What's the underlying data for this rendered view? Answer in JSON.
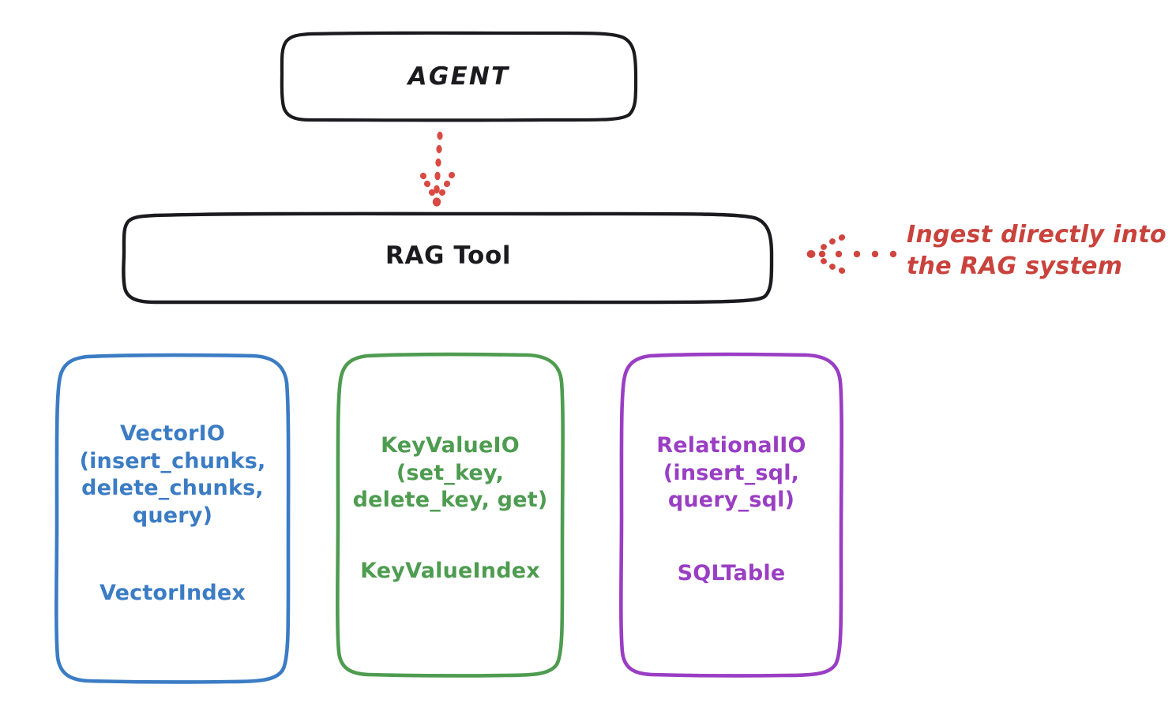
{
  "diagram": {
    "title_implicit": "RAG Tool architecture",
    "colors": {
      "stroke_dark": "#1b1b1f",
      "blue": "#3b7cc4",
      "green": "#4e9c50",
      "purple": "#9a3ec4",
      "red": "#d0453f",
      "background": "#ffffff"
    },
    "nodes": {
      "agent": {
        "label": "AGENT"
      },
      "rag_tool": {
        "label": "RAG Tool"
      },
      "vector_io": {
        "ops_label": "VectorIO\n(insert_chunks,\ndelete_chunks,\nquery)",
        "index_label": "VectorIndex",
        "color": "#3b7cc4"
      },
      "key_value_io": {
        "ops_label": "KeyValueIO\n(set_key,\ndelete_key, get)",
        "index_label": "KeyValueIndex",
        "color": "#4e9c50"
      },
      "relational_io": {
        "ops_label": "RelationalIO\n(insert_sql,\nquery_sql)",
        "index_label": "SQLTable",
        "color": "#9a3ec4"
      }
    },
    "annotations": {
      "ingest_note": "Ingest directly into\nthe RAG system"
    },
    "connectors": [
      {
        "name": "agent-to-rag-tool",
        "style": "dotted-arrow",
        "direction": "down",
        "color": "#d0453f"
      },
      {
        "name": "ingest-note-to-rag-tool",
        "style": "dotted-arrow",
        "direction": "left",
        "color": "#d0453f"
      }
    ]
  }
}
